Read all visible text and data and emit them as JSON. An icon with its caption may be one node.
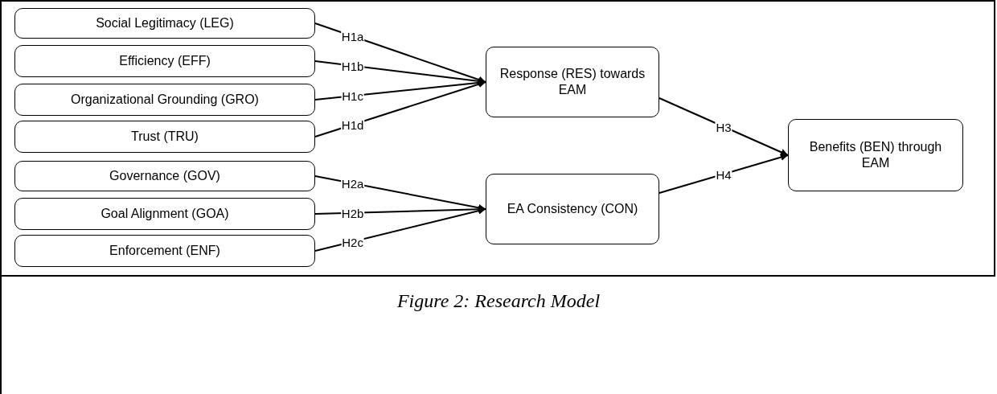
{
  "diagram": {
    "caption": "Figure 2: Research Model",
    "nodes": [
      {
        "text": [
          "Social Legitimacy (LEG)"
        ]
      },
      {
        "text": [
          "Efficiency (EFF)"
        ]
      },
      {
        "text": [
          "Organizational Grounding (GRO)"
        ]
      },
      {
        "text": [
          "Trust (TRU)"
        ]
      },
      {
        "text": [
          "Governance (GOV)"
        ]
      },
      {
        "text": [
          "Goal Alignment (GOA)"
        ]
      },
      {
        "text": [
          "Enforcement (ENF)"
        ]
      },
      {
        "text": [
          "Response (RES) towards EAM"
        ]
      },
      {
        "text": [
          "EA Consistency (CON)"
        ]
      },
      {
        "text": [
          "Benefits (BEN) through EAM"
        ]
      }
    ],
    "edges": [
      {
        "from": 0,
        "to": 7,
        "arrow": "to",
        "label": "H1a"
      },
      {
        "from": 1,
        "to": 7,
        "arrow": "to",
        "label": "H1b"
      },
      {
        "from": 2,
        "to": 7,
        "arrow": "to",
        "label": "H1c"
      },
      {
        "from": 3,
        "to": 7,
        "arrow": "to",
        "label": "H1d"
      },
      {
        "from": 4,
        "to": 8,
        "arrow": "to",
        "label": "H2a"
      },
      {
        "from": 5,
        "to": 8,
        "arrow": "to",
        "label": "H2b"
      },
      {
        "from": 6,
        "to": 8,
        "arrow": "to",
        "label": "H2c"
      },
      {
        "from": 7,
        "to": 9,
        "arrow": "to",
        "label": "H3"
      },
      {
        "from": 8,
        "to": 9,
        "arrow": "to",
        "label": "H4"
      }
    ]
  }
}
